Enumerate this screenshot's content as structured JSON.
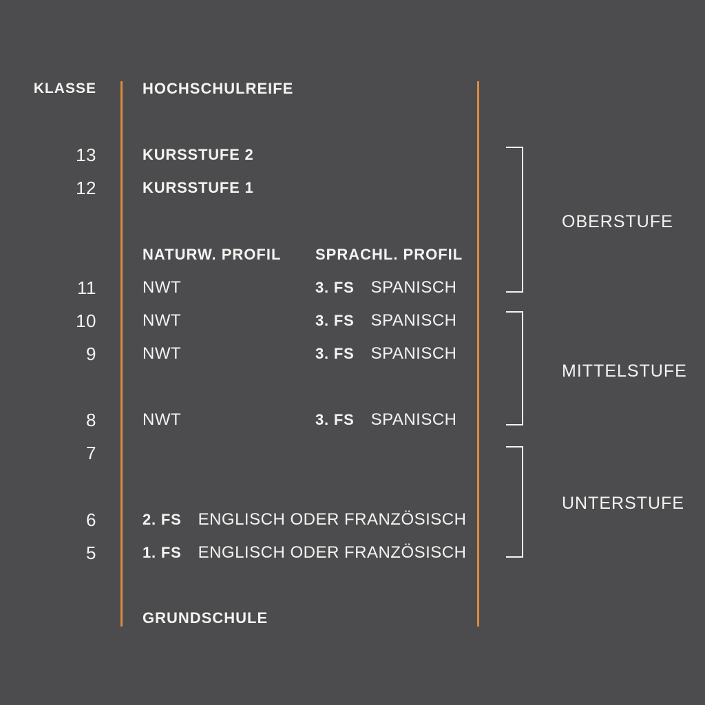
{
  "title": "Schulstruktur Diagramm",
  "colors": {
    "background": "#4c4c4e",
    "accent_line": "#dd8c3c",
    "text": "#f4f3f1"
  },
  "header": {
    "klasse_label": "KLASSE",
    "top_title": "HOCHSCHULREIFE"
  },
  "footer": {
    "bottom_title": "GRUNDSCHULE"
  },
  "profile_header": {
    "col1": "NATURW. PROFIL",
    "col2": "SPRACHL. PROFIL"
  },
  "rows": [
    {
      "klasse": "13",
      "col1_bold": "KURSSTUFE 2",
      "col1_text": "",
      "col2_bold": "",
      "col2_text": ""
    },
    {
      "klasse": "12",
      "col1_bold": "KURSSTUFE 1",
      "col1_text": "",
      "col2_bold": "",
      "col2_text": ""
    },
    {
      "klasse": "11",
      "col1_bold": "",
      "col1_text": "NWT",
      "col2_bold": "3. FS",
      "col2_text": "SPANISCH"
    },
    {
      "klasse": "10",
      "col1_bold": "",
      "col1_text": "NWT",
      "col2_bold": "3. FS",
      "col2_text": "SPANISCH"
    },
    {
      "klasse": "9",
      "col1_bold": "",
      "col1_text": "NWT",
      "col2_bold": "3. FS",
      "col2_text": "SPANISCH"
    },
    {
      "klasse": "8",
      "col1_bold": "",
      "col1_text": "NWT",
      "col2_bold": "3. FS",
      "col2_text": "SPANISCH"
    },
    {
      "klasse": "7",
      "col1_bold": "",
      "col1_text": "",
      "col2_bold": "",
      "col2_text": ""
    },
    {
      "klasse": "6",
      "col1_bold": "2. FS",
      "col1_text": "ENGLISCH ODER FRANZÖSISCH",
      "col2_bold": "",
      "col2_text": ""
    },
    {
      "klasse": "5",
      "col1_bold": "1. FS",
      "col1_text": "ENGLISCH ODER FRANZÖSISCH",
      "col2_bold": "",
      "col2_text": ""
    }
  ],
  "stages": [
    {
      "label": "OBERSTUFE"
    },
    {
      "label": "MITTELSTUFE"
    },
    {
      "label": "UNTERSTUFE"
    }
  ]
}
